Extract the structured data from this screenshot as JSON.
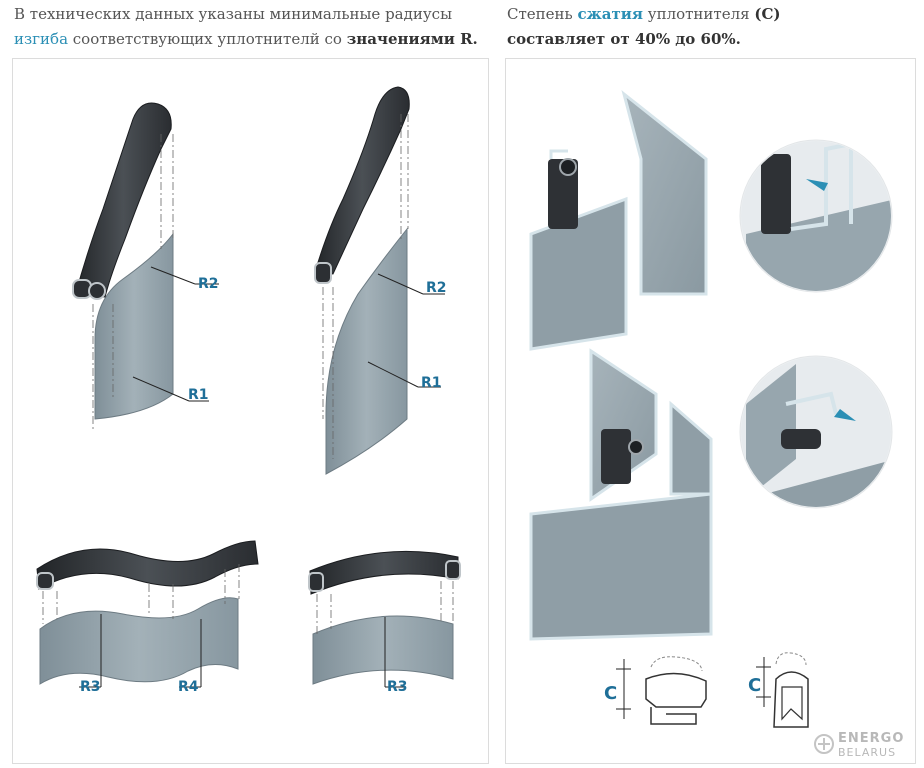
{
  "left_caption": {
    "part1": "В технических данных указаны минимальные радиусы ",
    "highlight": "изгиба",
    "part2": " соответствующих уплотнителй со ",
    "bold": "значениями R."
  },
  "right_caption": {
    "part1": "Степень ",
    "highlight": "сжатия",
    "part2": "  уплотнителя ",
    "bold1": "(С)",
    "bold2": "составляет от 40% до 60%."
  },
  "radius_labels": {
    "d1_r2": "R2",
    "d1_r1": "R1",
    "d2_r2": "R2",
    "d2_r1": "R1",
    "d3_r3": "R3",
    "d3_r4": "R4",
    "d4_r3": "R3"
  },
  "compression_labels": {
    "left": "C",
    "right": "C"
  },
  "watermark": {
    "line1": "ENERGO",
    "line2": "BELARUS"
  },
  "colors": {
    "accent": "#2b8fb5",
    "label": "#1f6f98",
    "metal": "#8e9da5",
    "seal": "#2f3236"
  }
}
